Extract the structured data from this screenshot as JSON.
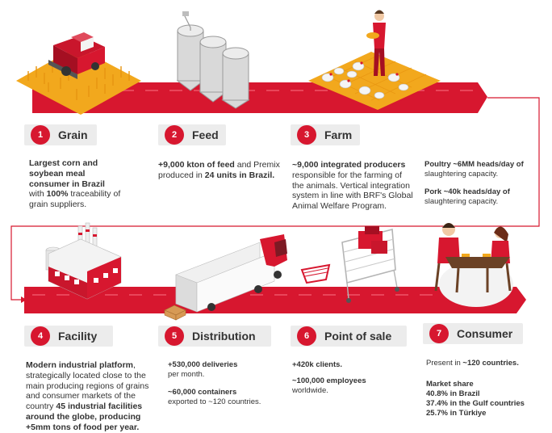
{
  "colors": {
    "accent": "#d7172f",
    "label_bg": "#ececec",
    "text": "#333333"
  },
  "steps": [
    {
      "num": "1",
      "title": "Grain",
      "icon": "harvester-icon",
      "desc": [
        {
          "b": "Largest corn and"
        },
        {
          "b": "soybean meal"
        },
        {
          "b": "consumer in Brazil"
        },
        {
          "t": "with ",
          "b": "100%",
          "t2": " traceability of"
        },
        {
          "t": "grain suppliers."
        }
      ]
    },
    {
      "num": "2",
      "title": "Feed",
      "icon": "silo-icon",
      "desc": [
        {
          "b": "+9,000 kton of feed",
          "t2": " and Premix"
        },
        {
          "t": "produced in ",
          "b": "24 units in Brazil."
        }
      ]
    },
    {
      "num": "3",
      "title": "Farm",
      "icon": "farmer-chickens-icon",
      "desc": [
        {
          "b": "~9,000 integrated producers"
        },
        {
          "t": "responsible for the farming of"
        },
        {
          "t": "the animals. Vertical integration"
        },
        {
          "t": "system in line with BRF's Global"
        },
        {
          "t": "Animal Welfare Program."
        }
      ]
    },
    {
      "num": "4",
      "title": "Facility",
      "icon": "factory-icon",
      "desc": [
        {
          "b": "Modern industrial platform",
          "t2": ","
        },
        {
          "t": "strategically located close to the"
        },
        {
          "t": "main producing regions of grains"
        },
        {
          "t": "and consumer markets of the"
        },
        {
          "t": "country ",
          "b": "45 industrial facilities"
        },
        {
          "b": "around the globe, producing"
        },
        {
          "b": "+5mm tons of food per year."
        }
      ]
    },
    {
      "num": "5",
      "title": "Distribution",
      "icon": "truck-icon",
      "desc": [
        {
          "b": "+530,000 deliveries"
        },
        {
          "t": "per month."
        },
        {
          "t": ""
        },
        {
          "b": "~60,000 containers"
        },
        {
          "t": "exported to ~120 countries."
        }
      ]
    },
    {
      "num": "6",
      "title": "Point of sale",
      "icon": "shopping-cart-icon",
      "desc": [
        {
          "b": "+420k clients."
        },
        {
          "t": ""
        },
        {
          "b": "~100,000 employees"
        },
        {
          "t": "worldwide."
        }
      ]
    },
    {
      "num": "7",
      "title": "Consumer",
      "icon": "dining-couple-icon",
      "desc": [
        {
          "t": "Present in ",
          "b": "~120 countries."
        },
        {
          "t": ""
        },
        {
          "b": "Market share"
        },
        {
          "b": "40.8% in Brazil"
        },
        {
          "b": "37.4% in the Gulf countries"
        },
        {
          "b": "25.7% in Türkiye"
        }
      ]
    }
  ],
  "slaughter": [
    {
      "b": "Poultry ~6MM heads/day of"
    },
    {
      "t": "slaughtering capacity."
    },
    {
      "t": ""
    },
    {
      "b": "Pork ~40k heads/day of"
    },
    {
      "t": "slaughtering capacity."
    }
  ]
}
